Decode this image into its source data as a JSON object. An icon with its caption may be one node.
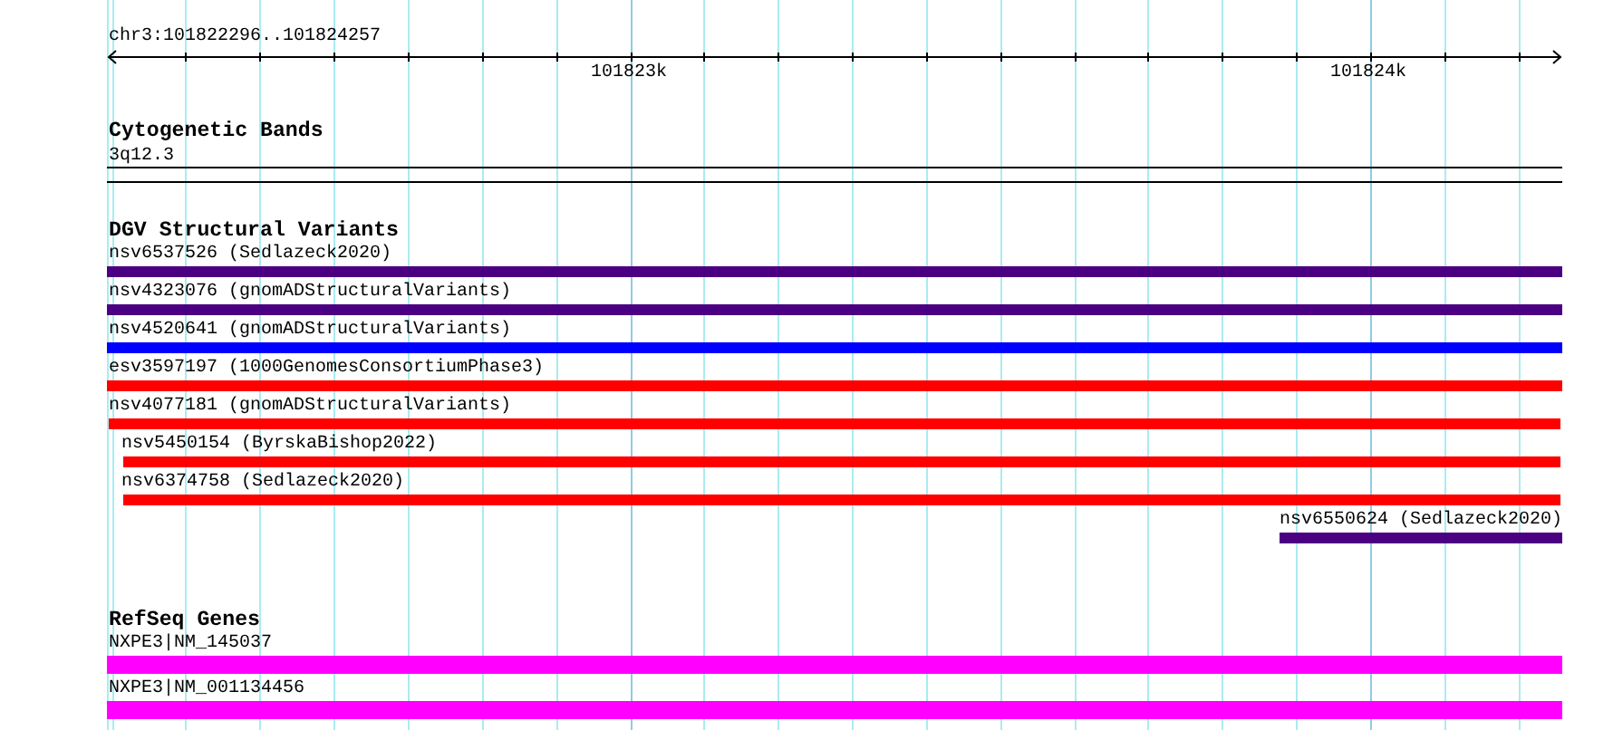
{
  "diagram": {
    "nodes": [
      {
        "text": [
          "3q12.3"
        ]
      },
      {
        "text": [
          "nsv6537526 (Sedlazeck2020)"
        ]
      },
      {
        "text": [
          "nsv4323076 (gnomADStructuralVariants)"
        ]
      },
      {
        "text": [
          "nsv4520641 (gnomADStructuralVariants)"
        ]
      },
      {
        "text": [
          "esv3597197 (1000GenomesConsortiumPhase3)"
        ]
      },
      {
        "text": [
          "nsv4077181 (gnomADStructuralVariants)"
        ]
      },
      {
        "text": [
          "nsv5450154 (ByrskaBishop2022)"
        ]
      },
      {
        "text": [
          "nsv6374758 (Sedlazeck2020)"
        ]
      },
      {
        "text": [
          "nsv6550624 (Sedlazeck2020)"
        ]
      },
      {
        "text": [
          "NXPE3|NM_145037"
        ]
      },
      {
        "text": [
          "NXPE3|NM_001134456"
        ]
      }
    ],
    "labels": [
      "chr3:101822296..101824257",
      "101823k",
      "101824k",
      "Cytogenetic Bands",
      "DGV Structural Variants",
      "RefSeq Genes"
    ]
  }
}
